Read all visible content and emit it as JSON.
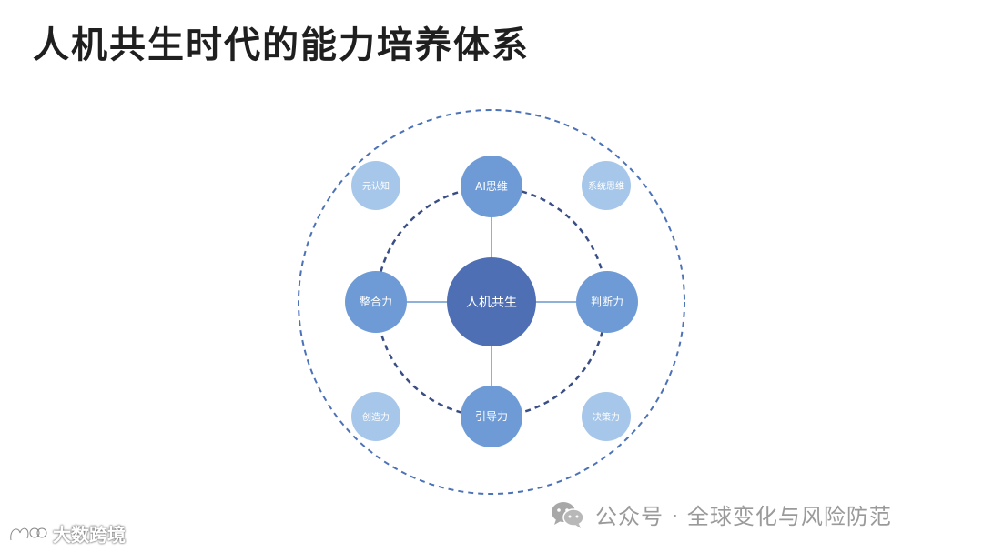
{
  "title": "人机共生时代的能力培养体系",
  "diagram": {
    "center": {
      "label": "人机共生",
      "color": "#4f6fb4"
    },
    "inner_nodes": [
      {
        "id": "ai-thinking",
        "label": "AI思维"
      },
      {
        "id": "judgment",
        "label": "判断力"
      },
      {
        "id": "guidance",
        "label": "引导力"
      },
      {
        "id": "integration",
        "label": "整合力"
      }
    ],
    "outer_nodes": [
      {
        "id": "metacognition",
        "label": "元认知"
      },
      {
        "id": "systems-thinking",
        "label": "系统思维"
      },
      {
        "id": "decision",
        "label": "决策力"
      },
      {
        "id": "creativity",
        "label": "创造力"
      }
    ],
    "colors": {
      "inner_node": "#6e9bd6",
      "outer_node": "#a7c7ea",
      "inner_ring": "#3a4e86",
      "outer_ring": "#4c72b7",
      "connector": "#8fb0d8"
    }
  },
  "watermark": {
    "text": "公众号 · 全球变化与风险防范",
    "icon": "wechat-icon"
  },
  "corner_mark": {
    "text": "大数跨境",
    "icon": "logo-icon"
  }
}
